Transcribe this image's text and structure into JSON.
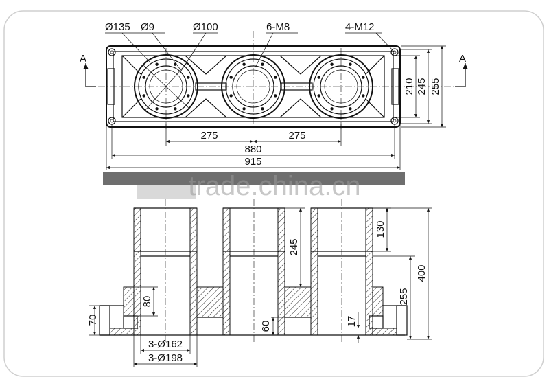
{
  "top_view": {
    "labels": {
      "d135": "Ø135",
      "d9": "Ø9",
      "d100": "Ø100",
      "m8": "6-M8",
      "m12": "4-M12",
      "section_a": "A"
    },
    "dimensions": {
      "pitch_left": "275",
      "pitch_right": "275",
      "inner_length": "880",
      "overall_length": "915",
      "width_210": "210",
      "width_245": "245",
      "width_255": "255"
    }
  },
  "side_view": {
    "dimensions": {
      "h130": "130",
      "h245": "245",
      "h400": "400",
      "h255": "255",
      "h80": "80",
      "h70": "70",
      "h60": "60",
      "h17": "17",
      "bore_162": "3-Ø162",
      "bore_198": "3-Ø198"
    }
  },
  "watermark": "trade.china.cn"
}
